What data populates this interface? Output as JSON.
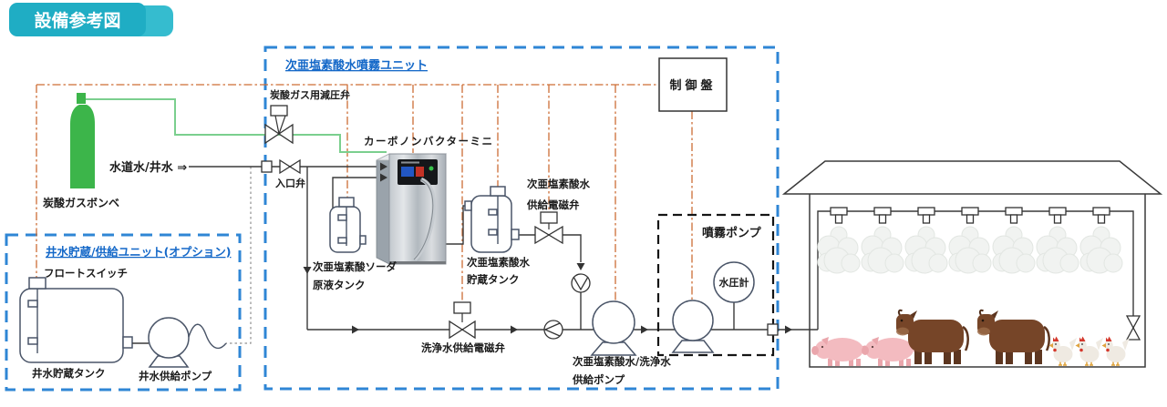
{
  "title_badge": "設備参考図",
  "colors": {
    "badge_teal": "#1fadc4",
    "unit_border_blue": "#2f86d5",
    "title_text_blue": "#1468c8",
    "control_line_orange": "#cd6d35",
    "gas_line_green": "#7bcf8e",
    "cylinder_green": "#3cb54a",
    "pump_box_black": "#151515",
    "pig_pink": "#f3bbc0",
    "cow_brown": "#764528",
    "chicken_white": "#efeae2"
  },
  "inputs": {
    "co2_cylinder_label": "炭酸ガスボンベ",
    "water_source_label": "水道水/井水 ⇒"
  },
  "spray_unit": {
    "title": "次亜塩素酸水噴霧ユニット",
    "co2_regulator_label": "炭酸ガス用減圧弁",
    "inlet_valve_label": "入口弁",
    "machine_label": "カーボノンバクターミニ",
    "raw_tank_label_line1": "次亜塩素酸ソーダ",
    "raw_tank_label_line2": "原液タンク",
    "storage_tank_label_line1": "次亜塩素酸水",
    "storage_tank_label_line2": "貯蔵タンク",
    "supply_valve_label_line1": "次亜塩素酸水",
    "supply_valve_label_line2": "供給電磁弁",
    "wash_valve_label": "洗浄水供給電磁弁",
    "supply_pump_label_line1": "次亜塩素酸水/洗浄水",
    "supply_pump_label_line2": "供給ポンプ",
    "control_panel_label": "制御盤"
  },
  "spray_pump_box": {
    "title": "噴霧ポンプ",
    "gauge_label": "水圧計"
  },
  "well_unit": {
    "title": "井水貯蔵/供給ユニット(オプション)",
    "float_switch_label": "フロートスイッチ",
    "tank_label": "井水貯蔵タンク",
    "pump_label": "井水供給ポンプ"
  }
}
